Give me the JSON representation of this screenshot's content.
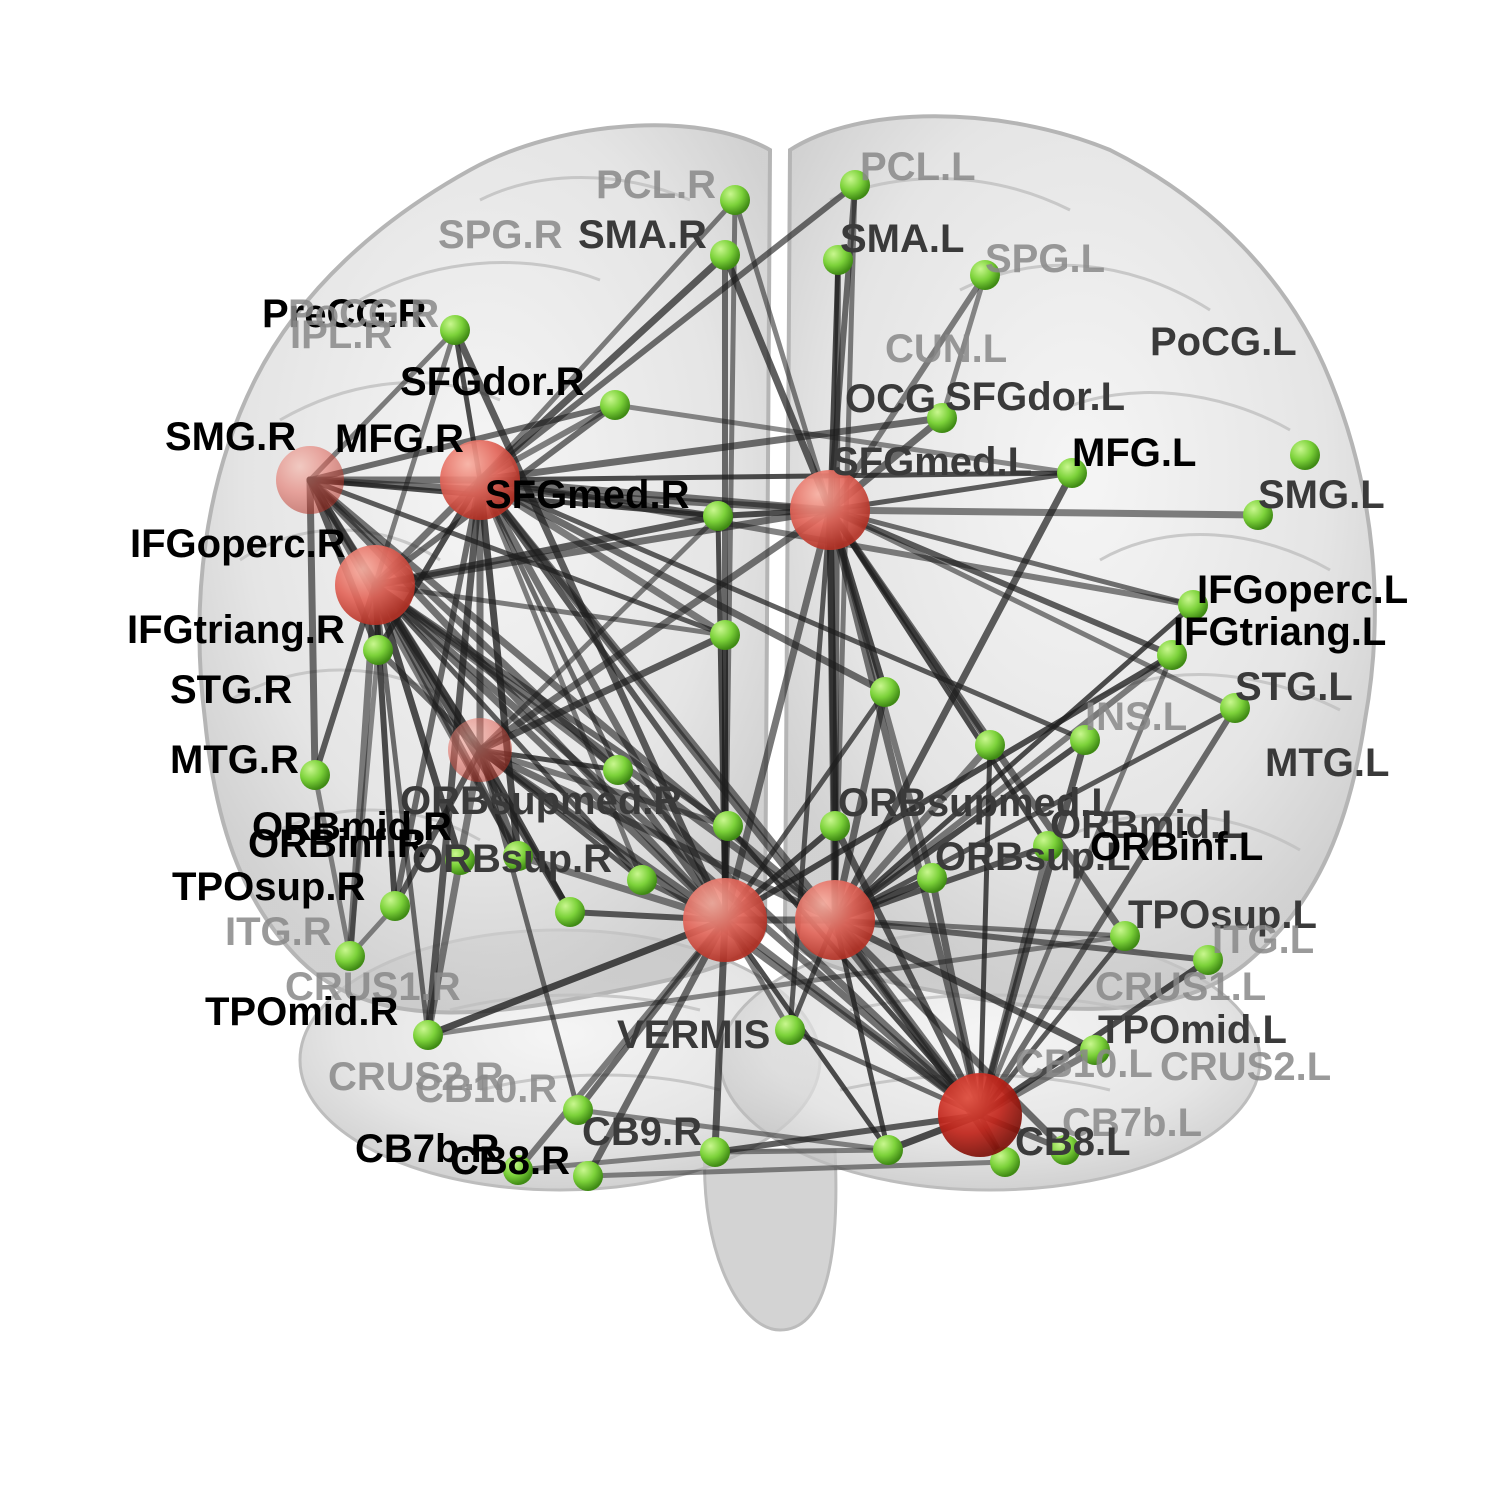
{
  "colors": {
    "background": "#ffffff",
    "brain_fill": "#d9d9d9",
    "brain_edge": "#b5b5b5",
    "edge": "#1e1e1e",
    "hub_node": "#e06a5a",
    "hub_node_dark": "#c0392b",
    "small_node": "#7cd23a",
    "small_node_dark": "#3f8a14",
    "label_front": "#000000",
    "label_mid": "#3a3a3a",
    "label_back": "#888888"
  },
  "labels": [
    {
      "text": "PCL.R",
      "depth": 2
    },
    {
      "text": "PCL.L",
      "depth": 2
    },
    {
      "text": "SPG.R",
      "depth": 2
    },
    {
      "text": "SMA.R",
      "depth": 1
    },
    {
      "text": "SMA.L",
      "depth": 1
    },
    {
      "text": "SPG.L",
      "depth": 2
    },
    {
      "text": "PreCG.R",
      "depth": 0
    },
    {
      "text": "PoCG.R",
      "depth": 2
    },
    {
      "text": "IPL.R",
      "depth": 2
    },
    {
      "text": "CUN.L",
      "depth": 2
    },
    {
      "text": "PoCG.L",
      "depth": 1
    },
    {
      "text": "SFGdor.R",
      "depth": 0
    },
    {
      "text": "OCG",
      "depth": 1
    },
    {
      "text": "SFGdor.L",
      "depth": 1
    },
    {
      "text": "SMG.R",
      "depth": 0
    },
    {
      "text": "MFG.R",
      "depth": 0
    },
    {
      "text": "SFGmed.L",
      "depth": 1
    },
    {
      "text": "MFG.L",
      "depth": 0
    },
    {
      "text": "SFGmed.R",
      "depth": 0
    },
    {
      "text": "SMG.L",
      "depth": 1
    },
    {
      "text": "IFGoperc.R",
      "depth": 0
    },
    {
      "text": "IFGoperc.L",
      "depth": 0
    },
    {
      "text": "IFGtriang.R",
      "depth": 0
    },
    {
      "text": "IFGtriang.L",
      "depth": 0
    },
    {
      "text": "STG.R",
      "depth": 0
    },
    {
      "text": "STG.L",
      "depth": 1
    },
    {
      "text": "INS.L",
      "depth": 2
    },
    {
      "text": "MTG.R",
      "depth": 0
    },
    {
      "text": "MTG.L",
      "depth": 1
    },
    {
      "text": "ORBsupmed.R",
      "depth": 1
    },
    {
      "text": "ORBsupmed.L",
      "depth": 1
    },
    {
      "text": "ORBmid.R",
      "depth": 0
    },
    {
      "text": "ORBinf.R",
      "depth": 0
    },
    {
      "text": "ORBsup.R",
      "depth": 1
    },
    {
      "text": "ORBmid.L",
      "depth": 1
    },
    {
      "text": "ORBsup.L",
      "depth": 1
    },
    {
      "text": "ORBinf.L",
      "depth": 0
    },
    {
      "text": "TPOsup.R",
      "depth": 0
    },
    {
      "text": "TPOsup.L",
      "depth": 1
    },
    {
      "text": "ITG.R",
      "depth": 2
    },
    {
      "text": "ITG.L",
      "depth": 2
    },
    {
      "text": "CRUS1.R",
      "depth": 2
    },
    {
      "text": "CRUS1.L",
      "depth": 2
    },
    {
      "text": "TPOmid.R",
      "depth": 0
    },
    {
      "text": "TPOmid.L",
      "depth": 1
    },
    {
      "text": "VERMIS",
      "depth": 1
    },
    {
      "text": "CRUS2.R",
      "depth": 2
    },
    {
      "text": "CRUS2.L",
      "depth": 2
    },
    {
      "text": "CB10.R",
      "depth": 2
    },
    {
      "text": "CB10.L",
      "depth": 2
    },
    {
      "text": "CB9.R",
      "depth": 1
    },
    {
      "text": "CB7b.R",
      "depth": 0
    },
    {
      "text": "CB8.R",
      "depth": 0
    },
    {
      "text": "CB7b.L",
      "depth": 2
    },
    {
      "text": "CB8.L",
      "depth": 1
    }
  ]
}
